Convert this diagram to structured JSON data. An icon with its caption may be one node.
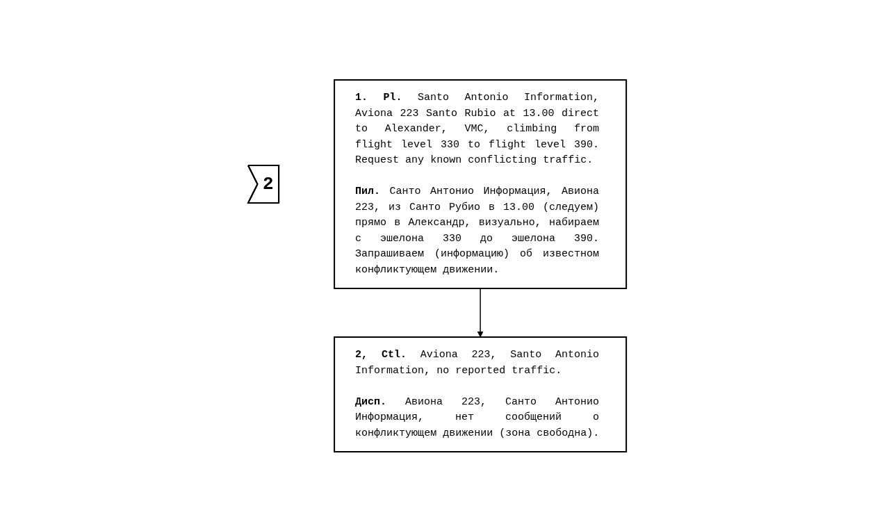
{
  "diagram": {
    "nodes": [
      {
        "text": [
          "2"
        ]
      },
      {
        "text": [
          "**1. Pl.** Santo Antonio Information, Aviona 223 Santo Rubio at 13.00 direct to Alexander, VMC, climbing from flight level 330 to flight level 390. Request any known conflicting traffic.",
          "**Пил.** Санто Антонио Информация, Авиона 223, из Санто Рубио в 13.00 (следуем) прямо в Александр, визуально, набираем с эшелона 330 до эшелона 390. Запрашиваем (информацию) об известном конфликтующем движении."
        ]
      },
      {
        "text": [
          "**2, Ctl.** Aviona 223, Santo Antonio Information, no reported traffic.",
          "**Дисп.** Авиона 223, Санто Антонио Информация, нет сообщений о конфликтующем движении (зона свободна)."
        ]
      }
    ],
    "edges": [
      {
        "from": 1,
        "to": 2,
        "arrow": "to"
      }
    ]
  }
}
